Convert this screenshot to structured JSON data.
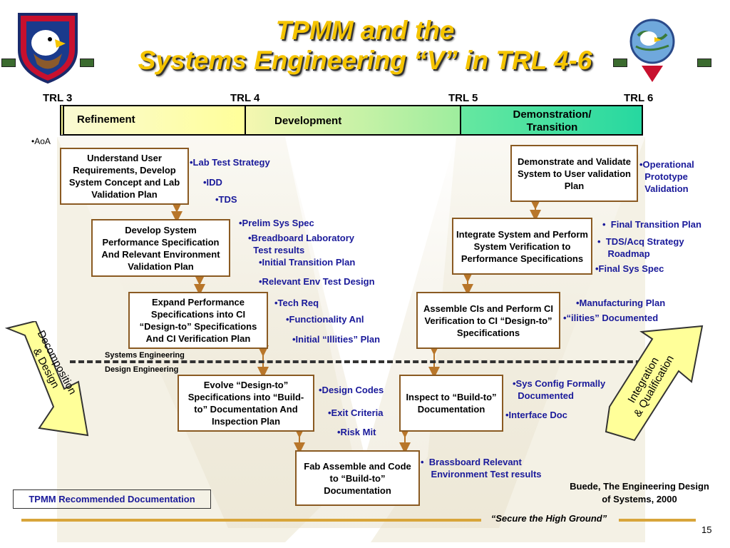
{
  "title": {
    "line1": "TPMM and the",
    "line2": "Systems Engineering “V” in TRL 4-6"
  },
  "trl_labels": [
    "TRL 3",
    "TRL 4",
    "TRL 5",
    "TRL 6"
  ],
  "phases": [
    "Refinement",
    "Development",
    "Demonstration/\nTransition"
  ],
  "aoa": "•AoA",
  "boxes": {
    "understand": "Understand User Requirements, Develop System Concept and Lab Validation Plan",
    "develop": "Develop System Performance Specification And Relevant Environment Validation Plan",
    "expand": "Expand Performance Specifications into CI “Design-to” Specifications And CI Verification Plan",
    "evolve": "Evolve “Design-to” Specifications into “Build-to” Documentation And Inspection Plan",
    "fab": "Fab Assemble and Code to “Build-to” Documentation",
    "inspect": "Inspect to “Build-to” Documentation",
    "assemble": "Assemble CIs and Perform CI Verification to CI “Design-to” Specifications",
    "integrate": "Integrate System and Perform System Verification to Performance Specifications",
    "demonstrate": "Demonstrate and Validate System to User validation Plan"
  },
  "docs_left": {
    "lab_test_strategy": "•Lab Test Strategy",
    "idd": "•IDD",
    "tds": "•TDS",
    "prelim_sys_spec": "•Prelim Sys Spec",
    "breadboard": "•Breadboard Laboratory\n  Test results",
    "initial_transition": "•Initial Transition Plan",
    "relevant_env": "•Relevant Env Test Design",
    "tech_req": "•Tech Req",
    "functionality": "•Functionality Anl",
    "initial_illities": "•Initial “Illities” Plan",
    "design_codes": "•Design Codes",
    "exit_criteria": "•Exit Criteria",
    "risk_mit": "•Risk Mit"
  },
  "docs_right": {
    "operational": "•Operational\n  Prototype\n  Validation",
    "final_transition": "•  Final Transition Plan",
    "tds_acq": "•  TDS/Acq Strategy\n    Roadmap",
    "final_sys_spec": "•Final Sys Spec",
    "manufacturing": "•Manufacturing Plan",
    "illities_documented": "•“ilities” Documented",
    "sys_config": "•Sys Config Formally\n  Documented",
    "interface_doc": "•Interface Doc",
    "brassboard": "•  Brassboard Relevant\n    Environment Test results"
  },
  "se_label": "Systems Engineering",
  "de_label": "Design Engineering",
  "decomp_arrow": "Decomposition\n& Design",
  "integ_arrow": "Integration\n& Qualification",
  "recommended": "TPMM Recommended Documentation",
  "citation": "Buede, The Engineering Design\nof Systems, 2000",
  "slogan": "“Secure the High Ground”",
  "page_number": "15",
  "colors": {
    "title": "#f5c400",
    "doc_text": "#1a1a9a",
    "box_border": "#8a5a22",
    "arrow_fill": "#ffff99",
    "connector": "#b8762a"
  }
}
